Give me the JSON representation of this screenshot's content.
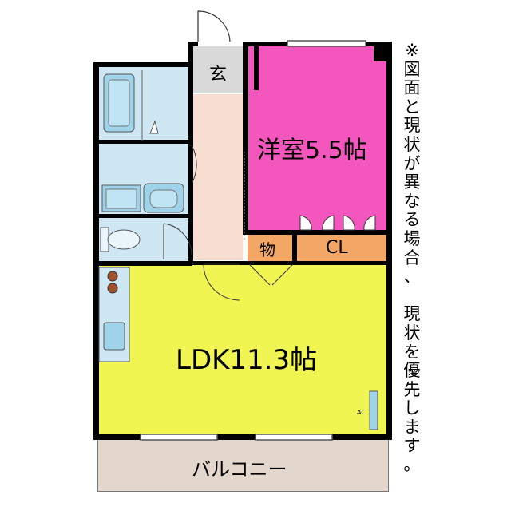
{
  "rooms": {
    "genkan": "玄",
    "western": "洋室5.5帖",
    "storage": "物",
    "closet": "CL",
    "ldk": "LDK11.3帖",
    "balcony": "バルコニー",
    "ac": "AC"
  },
  "note": [
    "※",
    "図",
    "面",
    "と",
    "現",
    "状",
    "が",
    "異",
    "な",
    "る",
    "場",
    "合",
    "、",
    "",
    "現",
    "状",
    "を",
    "優",
    "先",
    "し",
    "ま",
    "す",
    "。"
  ],
  "colors": {
    "western": "#f356bd",
    "ldk": "#f0f552",
    "closet": "#f2a767",
    "wet_area": "#cfe6f3",
    "hall": "#f8ddd1",
    "genkan": "#d9d9d9",
    "balcony": "#e3d6cc"
  }
}
